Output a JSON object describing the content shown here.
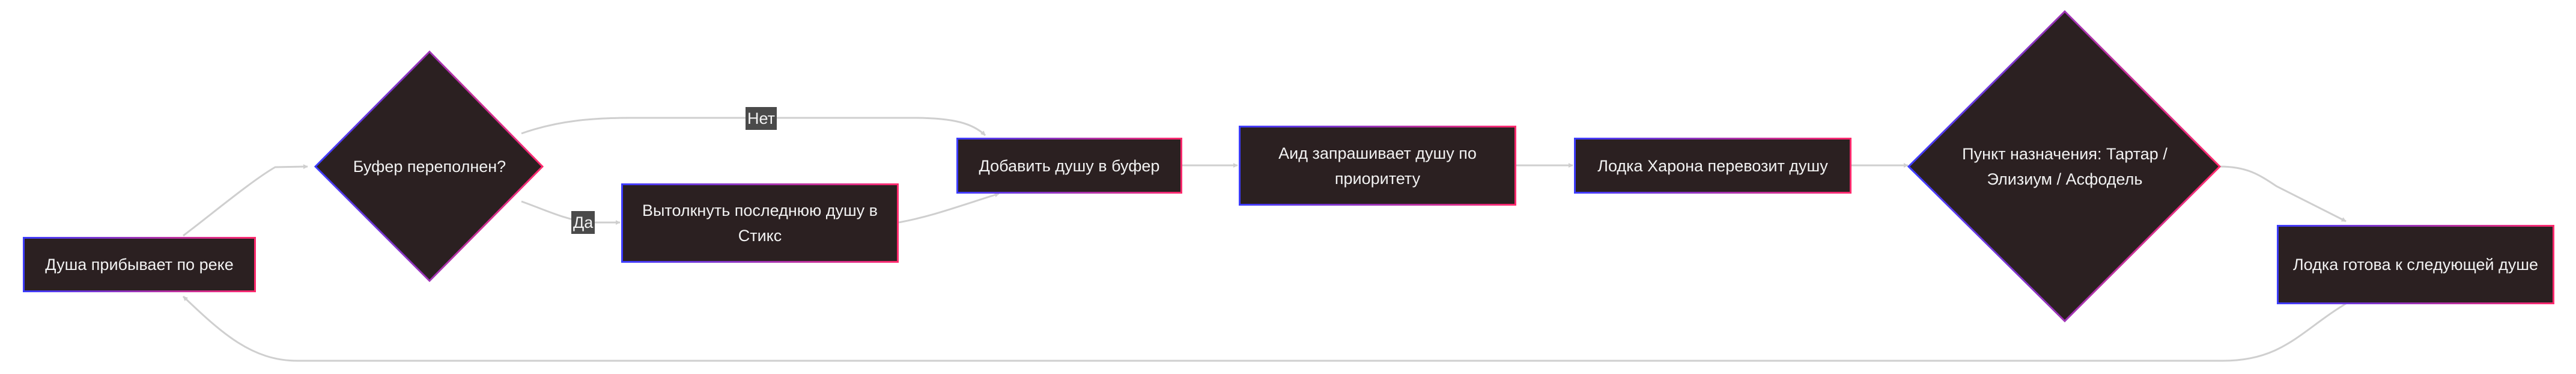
{
  "nodes": {
    "soul_arrives": "Душа прибывает по реке",
    "buffer_full": "Буфер переполнен?",
    "pop_last_soul": "Вытолкнуть последнюю душу в Стикс",
    "add_soul": "Добавить душу в буфер",
    "hades_requests": "Аид запрашивает душу по приоритету",
    "charon_boat": "Лодка Харона перевозит душу",
    "destination": "Пункт назначения: Тартар / Элизиум / Асфодель",
    "boat_ready": "Лодка готова к следующей душе"
  },
  "edge_labels": {
    "no": "Нет",
    "yes": "Да"
  },
  "colors": {
    "node_fill": "#2b2021",
    "node_border_start": "#3c3cff",
    "node_border_end": "#ff2a6d",
    "edge": "#cfcfcf",
    "label_bg": "#4a4a4a"
  }
}
